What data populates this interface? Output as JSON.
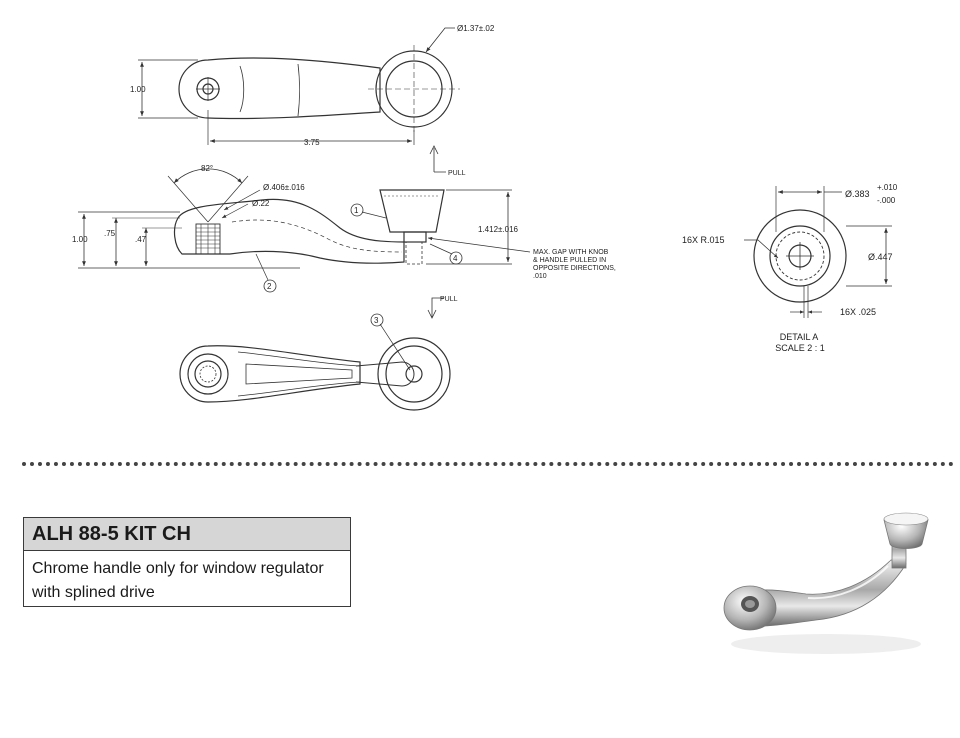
{
  "drawing": {
    "top_view": {
      "knob_diameter": "Ø1.37±.02",
      "height": "1.00",
      "length": "3.75"
    },
    "side_view": {
      "pull": "PULL",
      "angle": "82°",
      "spline_diameter": "Ø.406±.016",
      "hole_diameter": "Ø.22",
      "height_total": "1.00",
      "height_mid": ".75",
      "height_low": ".47",
      "knob_height": "1.412±.016",
      "callout_1": "1",
      "callout_2": "2",
      "callout_4": "4",
      "note_lines": [
        "MAX. GAP WITH KNOB",
        "& HANDLE PULLED IN",
        "OPPOSITE DIRECTIONS,",
        ".010"
      ]
    },
    "bottom_view": {
      "pull": "PULL",
      "callout_3": "3"
    },
    "detail": {
      "radius_label": "16X R.015",
      "outer_diameter": "Ø.383",
      "tol_plus": "+.010",
      "tol_minus": "-.000",
      "inner_diameter": "Ø.447",
      "tooth_width": "16X .025",
      "title_lines": [
        "DETAIL A",
        "SCALE 2 : 1"
      ]
    }
  },
  "product": {
    "code": "ALH 88-5 KIT CH",
    "description_lines": [
      "Chrome handle only for window regulator",
      "with splined drive"
    ]
  },
  "colors": {
    "line": "#333333",
    "header_bg": "#d6d6d6"
  }
}
